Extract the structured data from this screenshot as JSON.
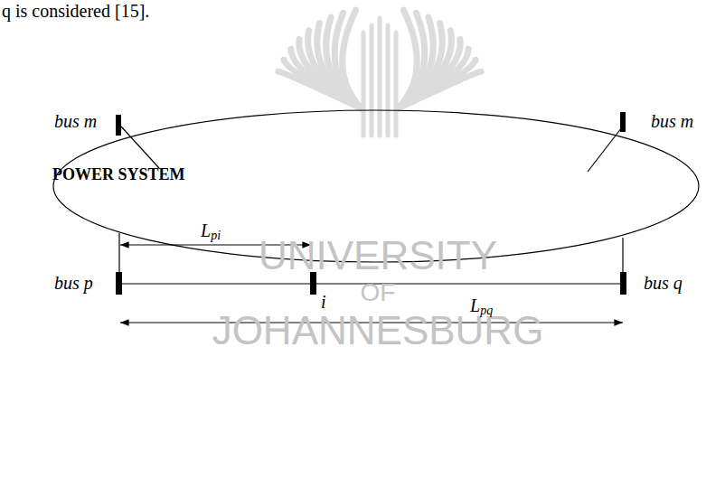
{
  "diagram": {
    "nodes": [
      {
        "text": [
          "POWER SYSTEM"
        ]
      }
    ],
    "labels": [
      "q is considered [15].",
      "bus m",
      "bus m",
      "UNIVERSITY",
      "OF",
      "L",
      "pi",
      "bus p",
      "i",
      "bus q",
      "JOHANNESBURG",
      "L",
      "pq"
    ]
  }
}
